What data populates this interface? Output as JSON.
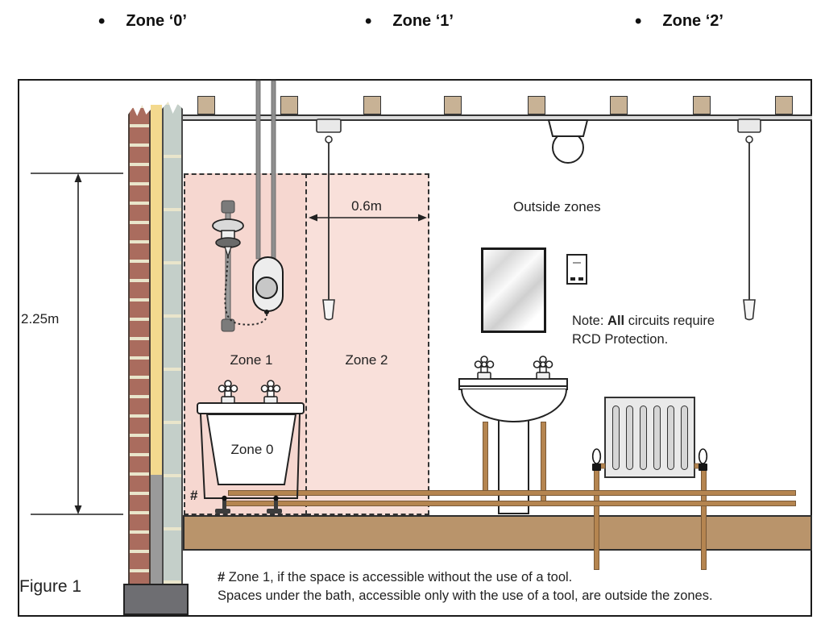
{
  "legend": {
    "bullet": "•",
    "items": [
      {
        "label": "Zone ‘0’"
      },
      {
        "label": "Zone ‘1’"
      },
      {
        "label": "Zone ‘2’"
      }
    ]
  },
  "diagram": {
    "dimension_height": "2.25m",
    "dimension_zone2_width": "0.6m",
    "zone1_label": "Zone 1",
    "zone2_label": "Zone 2",
    "zone0_label": "Zone 0",
    "outside_label": "Outside zones",
    "note": {
      "prefix": "Note: ",
      "bold": "All",
      "suffix": " circuits require",
      "line2": "RCD Protection."
    },
    "hash_marker": "#",
    "footnote": {
      "marker": "#",
      "line1": " Zone 1, if the space is accessible without the use of a tool.",
      "line2": "Spaces under the bath, accessible only with the use of a tool, are outside the zones."
    },
    "figure_label": "Figure 1"
  },
  "colors": {
    "zone1_fill": "#f6d7d0",
    "zone2_fill": "#f9e0da",
    "pipe": "#b58550",
    "pipe_outline": "#7a5a38",
    "floor": "#b9946b",
    "brick": "#aa6c5e",
    "mortar": "#e9e5cb",
    "insulation": "#f3d98e",
    "block": "#c4cfc9",
    "joist": "#c8b295",
    "foundation": "#6e6e72"
  }
}
